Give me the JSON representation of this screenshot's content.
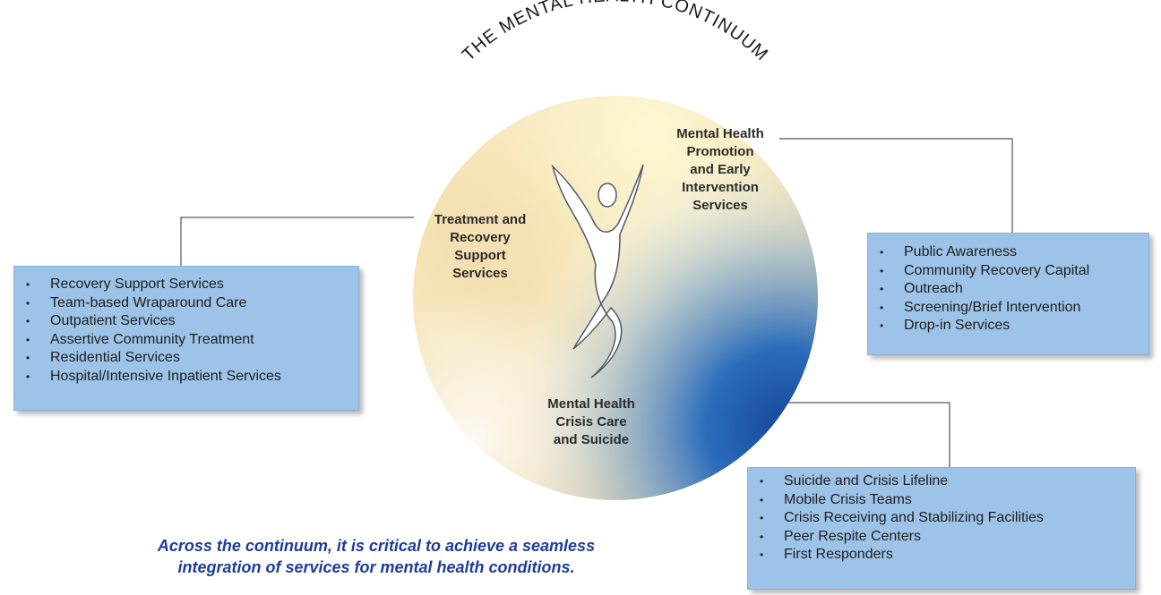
{
  "title": "THE MENTAL HEALTH CONTINUUM",
  "segments": {
    "promotion": [
      "Mental Health",
      "Promotion",
      "and Early",
      "Intervention",
      "Services"
    ],
    "treatment": [
      "Treatment and",
      "Recovery",
      "Support",
      "Services"
    ],
    "crisis": [
      "Mental Health",
      "Crisis Care",
      "and Suicide"
    ]
  },
  "lists": {
    "promotion": [
      "Public Awareness",
      "Community Recovery Capital",
      "Outreach",
      "Screening/Brief Intervention",
      "Drop-in Services"
    ],
    "treatment": [
      "Recovery Support Services",
      "Team-based Wraparound Care",
      "Outpatient Services",
      "Assertive Community Treatment",
      "Residential Services",
      "Hospital/Intensive Inpatient Services"
    ],
    "crisis": [
      "Suicide and Crisis Lifeline",
      "Mobile Crisis Teams",
      "Crisis Receiving and Stabilizing Facilities",
      "Peer Respite Centers",
      "First Responders"
    ]
  },
  "footer": [
    "Across the continuum, it is critical to achieve a seamless",
    "integration of services for mental health conditions."
  ],
  "colors": {
    "circle_light": "#fbf3c8",
    "circle_tan": "#ebc98e",
    "circle_blue": "#1c57aa",
    "box_fill": "#9dc3e8",
    "footer_text": "#1f3d99"
  },
  "icons": [
    "person-figure-icon"
  ]
}
